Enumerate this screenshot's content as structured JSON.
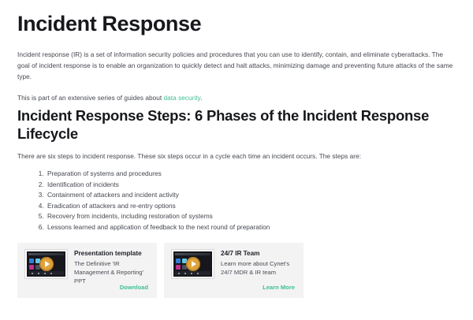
{
  "article": {
    "title": "Incident Response",
    "intro_paragraph": "Incident response (IR) is a set of information security policies and procedures that you can use to identify, contain, and eliminate cyberattacks. The goal of incident response is to enable an organization to quickly detect and halt attacks, minimizing damage and preventing future attacks of the same type.",
    "guides_prefix": "This is part of an extensive series of guides about ",
    "guides_link_text": "data security",
    "guides_suffix": ".",
    "section_heading": "Incident Response Steps: 6 Phases of the Incident Response Lifecycle",
    "section_paragraph": "There are six steps to incident response. These six steps occur in a cycle each time an incident occurs. The steps are:",
    "steps": [
      "Preparation of systems and procedures",
      "Identification of incidents",
      "Containment of attackers and incident activity",
      "Eradication of attackers and re-entry options",
      "Recovery from incidents, including restoration of systems",
      "Lessons learned and application of feedback to the next round of preparation"
    ]
  },
  "cards": [
    {
      "title": "Presentation template",
      "description": "The Definitive 'IR Management & Reporting' PPT",
      "cta_label": "Download",
      "thumbnail_icon": "video-play-icon"
    },
    {
      "title": "24/7 IR Team",
      "description": "Learn more about Cynet's 24/7 MDR & IR team",
      "cta_label": "Learn More",
      "thumbnail_icon": "video-play-icon"
    }
  ],
  "colors": {
    "accent_link": "#3fbf8f",
    "heading_text": "#17181c",
    "body_text": "#44474e",
    "card_background": "#f3f3f3",
    "play_button": "#e0a33c",
    "page_background": "#ffffff"
  }
}
